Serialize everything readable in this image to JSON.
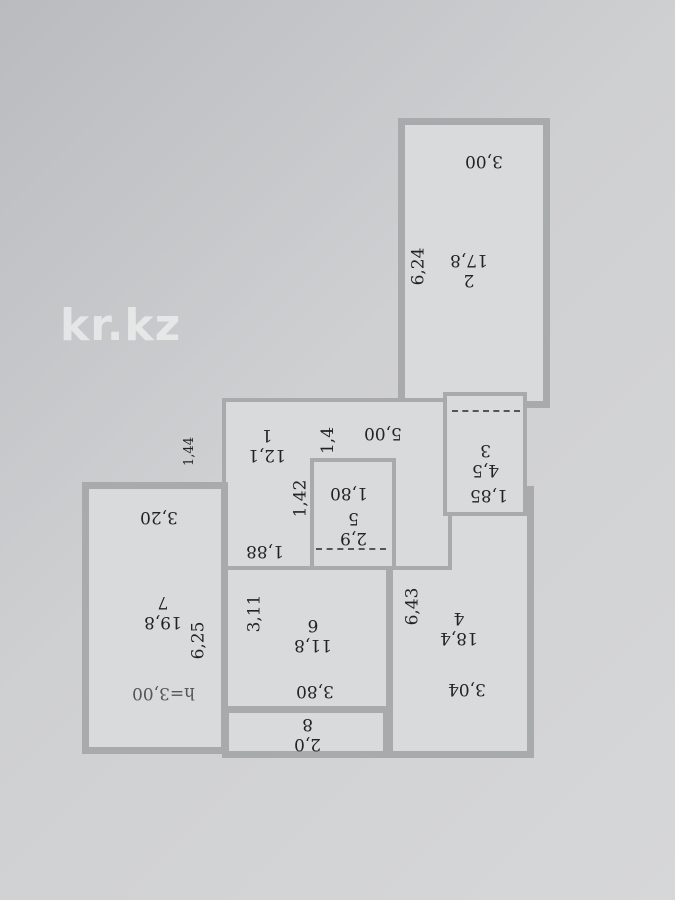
{
  "rooms": [
    {
      "number": "1",
      "area": "12,1",
      "dims": [
        "5,00",
        "1,4",
        "1,42",
        "1,88",
        "1,44"
      ]
    },
    {
      "number": "2",
      "area": "17,8",
      "dims": [
        "3,00",
        "6,24"
      ]
    },
    {
      "number": "3",
      "area": "4,5",
      "dims": [
        "1,85"
      ]
    },
    {
      "number": "4",
      "area": "18,4",
      "dims": [
        "6,43",
        "3,04"
      ]
    },
    {
      "number": "5",
      "area": "2,9",
      "dims": [
        "1,80"
      ]
    },
    {
      "number": "6",
      "area": "11,8",
      "dims": [
        "3,11",
        "3,80"
      ]
    },
    {
      "number": "7",
      "area": "19,8",
      "dims": [
        "3,20",
        "6,25"
      ]
    },
    {
      "number": "8",
      "area": "2,0",
      "dims": []
    }
  ],
  "ceiling_height": "h=3,00",
  "watermark": "kr.kz"
}
